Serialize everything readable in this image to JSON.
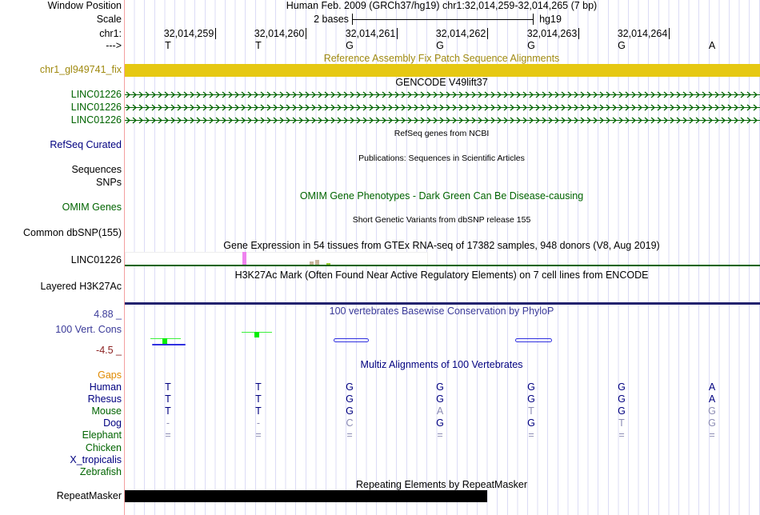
{
  "header": {
    "window_position_label": "Window Position",
    "window_position": "Human Feb. 2009 (GRCh37/hg19)   chr1:32,014,259-32,014,265 (7 bp)",
    "scale_label": "Scale",
    "scale_value": "2 bases",
    "scale_assembly": "hg19",
    "chrom_label": "chr1:",
    "strand_label": "--->"
  },
  "positions": [
    "32,014,259",
    "32,014,260",
    "32,014,261",
    "32,014,262",
    "32,014,263",
    "32,014,264"
  ],
  "sequence": [
    "T",
    "T",
    "G",
    "G",
    "G",
    "G",
    "A"
  ],
  "tracks": {
    "fix_title": "Reference Assembly Fix Patch Sequence Alignments",
    "fix_label": "chr1_gl949741_fix",
    "gencode_title": "GENCODE V49lift37",
    "gencode_genes": [
      "LINC01226",
      "LINC01226",
      "LINC01226"
    ],
    "refseq_title": "RefSeq genes from NCBI",
    "refseq_label": "RefSeq Curated",
    "pubs_title": "Publications: Sequences in Scientific Articles",
    "pubs_label": "Sequences",
    "snps_label": "SNPs",
    "omim_title": "OMIM Gene Phenotypes - Dark Green Can Be Disease-causing",
    "omim_label": "OMIM Genes",
    "dbsnp_title": "Short Genetic Variants from dbSNP release 155",
    "dbsnp_label": "Common dbSNP(155)",
    "gtex_title": "Gene Expression in 54 tissues from GTEx RNA-seq of 17382 samples, 948 donors (V8, Aug 2019)",
    "gtex_label": "LINC01226",
    "h3k_title": "H3K27Ac Mark (Often Found Near Active Regulatory Elements) on 7 cell lines from ENCODE",
    "h3k_label": "Layered H3K27Ac",
    "phylop_title": "100 vertebrates Basewise Conservation by PhyloP",
    "phylop_label": "100 Vert. Cons",
    "phylop_max": "4.88 _",
    "phylop_min": "-4.5 _",
    "multiz_title": "Multiz Alignments of 100 Vertebrates",
    "gaps_label": "Gaps",
    "repeat_title": "Repeating Elements by RepeatMasker",
    "repeat_label": "RepeatMasker"
  },
  "alignment": [
    {
      "species": "Human",
      "color": "#000080",
      "bases": [
        "T",
        "T",
        "G",
        "G",
        "G",
        "G",
        "A"
      ],
      "match": [
        1,
        1,
        1,
        1,
        1,
        1,
        1
      ]
    },
    {
      "species": "Rhesus",
      "color": "#000080",
      "bases": [
        "T",
        "T",
        "G",
        "G",
        "G",
        "G",
        "A"
      ],
      "match": [
        1,
        1,
        1,
        1,
        1,
        1,
        1
      ]
    },
    {
      "species": "Mouse",
      "color": "#006400",
      "bases": [
        "T",
        "T",
        "G",
        "A",
        "T",
        "G",
        "G"
      ],
      "match": [
        1,
        1,
        1,
        0,
        0,
        1,
        0
      ]
    },
    {
      "species": "Dog",
      "color": "#000080",
      "bases": [
        "-",
        "-",
        "C",
        "G",
        "G",
        "T",
        "G"
      ],
      "match": [
        0,
        0,
        0,
        1,
        1,
        0,
        0
      ]
    },
    {
      "species": "Elephant",
      "color": "#006400",
      "bases": [
        "=",
        "=",
        "=",
        "=",
        "=",
        "=",
        "="
      ],
      "match": [
        0,
        0,
        0,
        0,
        0,
        0,
        0
      ]
    },
    {
      "species": "Chicken",
      "color": "#006400",
      "bases": [],
      "match": []
    },
    {
      "species": "X_tropicalis",
      "color": "#000080",
      "bases": [],
      "match": []
    },
    {
      "species": "Zebrafish",
      "color": "#006400",
      "bases": [],
      "match": []
    }
  ]
}
